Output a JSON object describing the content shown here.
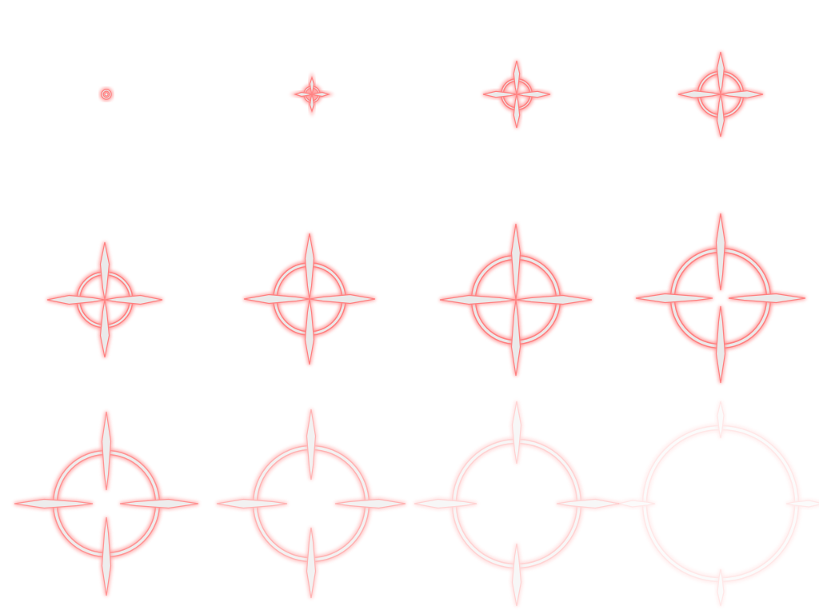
{
  "sheet": {
    "columns": 4,
    "rows": 3,
    "background": "#ffffff",
    "glow_color": "#ff8c8c",
    "outline_color": "#ff7f7f",
    "core_color": "#eaeaea",
    "frames": [
      {
        "index": 1,
        "opacity": 1.0,
        "center_gap": false
      },
      {
        "index": 2,
        "opacity": 1.0,
        "center_gap": false
      },
      {
        "index": 3,
        "opacity": 1.0,
        "center_gap": false
      },
      {
        "index": 4,
        "opacity": 1.0,
        "center_gap": false
      },
      {
        "index": 5,
        "opacity": 1.0,
        "center_gap": false
      },
      {
        "index": 6,
        "opacity": 1.0,
        "center_gap": false
      },
      {
        "index": 7,
        "opacity": 1.0,
        "center_gap": false
      },
      {
        "index": 8,
        "opacity": 1.0,
        "center_gap": true
      },
      {
        "index": 9,
        "opacity": 0.85,
        "center_gap": true
      },
      {
        "index": 10,
        "opacity": 0.6,
        "center_gap": true
      },
      {
        "index": 11,
        "opacity": 0.35,
        "center_gap": true
      },
      {
        "index": 12,
        "opacity": 0.18,
        "center_gap": true
      }
    ]
  }
}
